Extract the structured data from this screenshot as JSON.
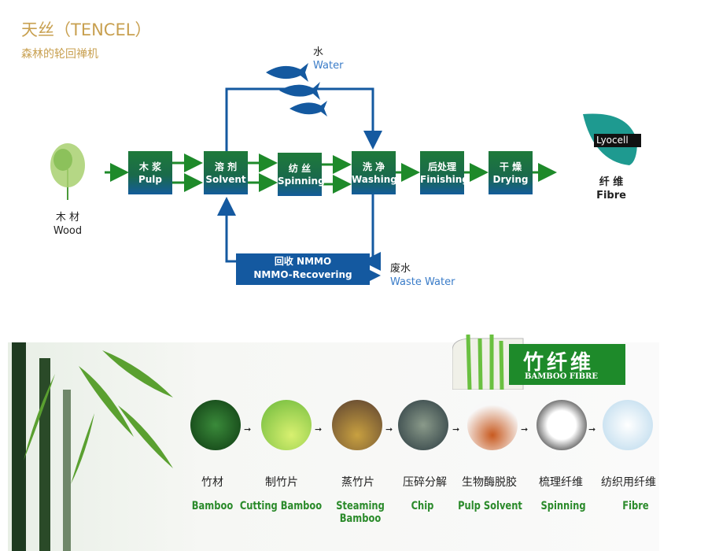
{
  "header": {
    "title": "天丝（TENCEL）",
    "subtitle": "森林的轮回禅机"
  },
  "tencel": {
    "wood": {
      "cn": "木 材",
      "en": "Wood"
    },
    "water": {
      "cn": "水",
      "en": "Water"
    },
    "steps": [
      {
        "cn": "木 浆",
        "en": "Pulp"
      },
      {
        "cn": "溶 剂",
        "en": "Solvent"
      },
      {
        "cn": "纺 丝",
        "en": "Spinning"
      },
      {
        "cn": "洗 净",
        "en": "Washing"
      },
      {
        "cn": "后处理",
        "en": "Finishing"
      },
      {
        "cn": "干 燥",
        "en": "Drying"
      }
    ],
    "nmmo": {
      "cn": "回收 NMMO",
      "en": "NMMO-Recovering"
    },
    "waste": {
      "cn": "废水",
      "en": "Waste Water"
    },
    "fibre": {
      "cn": "纤 维",
      "en": "Fibre"
    },
    "logo": "Lyocell"
  },
  "bamboo": {
    "banner": {
      "cn": "竹纤维",
      "en": "BAMBOO FIBRE"
    },
    "steps": [
      {
        "cn": "竹材",
        "en": "Bamboo"
      },
      {
        "cn": "制竹片",
        "en": "Cutting Bamboo"
      },
      {
        "cn": "蒸竹片",
        "en": "Steaming Bamboo"
      },
      {
        "cn": "压碎分解",
        "en": "Chip"
      },
      {
        "cn": "生物酶脱胶",
        "en": "Pulp Solvent"
      },
      {
        "cn": "梳理纤维",
        "en": "Spinning"
      },
      {
        "cn": "纺织用纤维",
        "en": "Fibre"
      }
    ]
  },
  "colors": {
    "green": "#1e7a3a",
    "blue": "#1459a0",
    "gold": "#c8a050"
  }
}
